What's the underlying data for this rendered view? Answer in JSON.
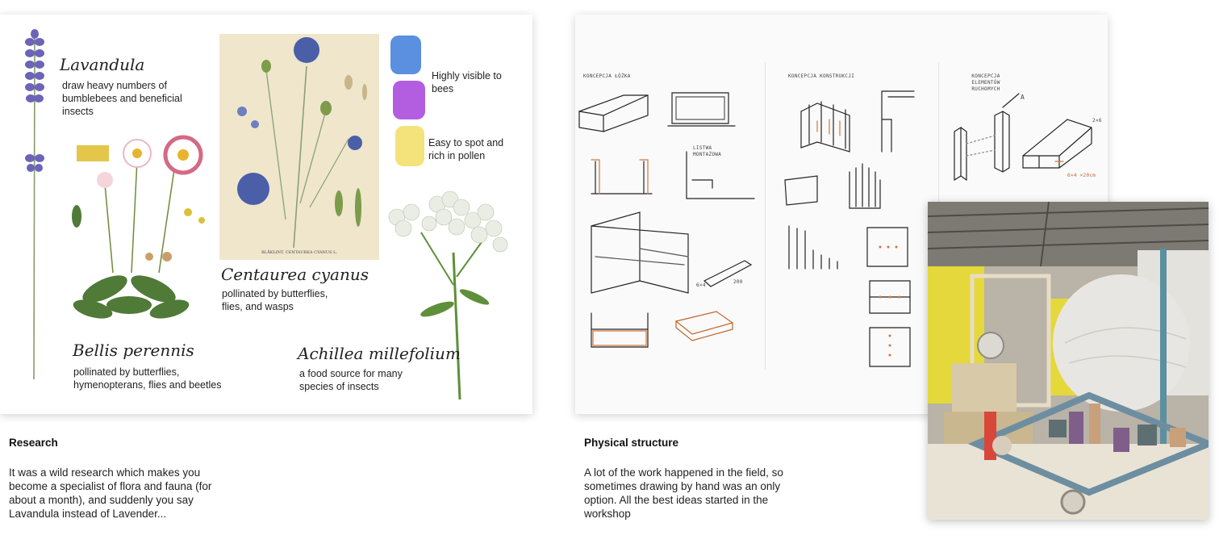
{
  "research_board": {
    "lavandula": {
      "name": "Lavandula",
      "description": "draw heavy numbers of bumblebees and beneficial insects"
    },
    "bellis": {
      "name": "Bellis perennis",
      "description": "pollinated by butterflies, hymenopterans, flies and beetles"
    },
    "centaurea": {
      "name": "Centaurea cyanus",
      "description": "pollinated by butterflies, flies, and wasps"
    },
    "achillea": {
      "name": "Achillea millefolium",
      "description": "a food source for many species of insects"
    },
    "swatches": [
      {
        "color": "#5b8fe0",
        "label": ""
      },
      {
        "color": "#b35de0",
        "label": "Highly visible to bees"
      },
      {
        "color": "#f3e37a",
        "label": "Easy to spot and rich in pollen"
      }
    ],
    "plate_caption": "BLÅKLINT, CENTAUREA CYANUS L."
  },
  "sketch_board": {
    "labels": [
      "KONCEPCJA ŁÓŻKA",
      "KONCEPCJA KONSTRUKCJI",
      "KONCEPCJA ELEMENTÓW RUCHOMYCH",
      "LISTWA MONTAŻOWA",
      "A",
      "2×6",
      "6×4",
      "200",
      "6×4 ×20cm"
    ]
  },
  "research_section": {
    "title": "Research",
    "body": "It was a wild research which makes you become a specialist of flora and fauna (for about a month), and suddenly you say Lavandula instead of Lavender..."
  },
  "structure_section": {
    "title": "Physical structure",
    "body": "A lot of the work happened in the field, so sometimes drawing by hand was an only option. All the best ideas started in the workshop"
  }
}
